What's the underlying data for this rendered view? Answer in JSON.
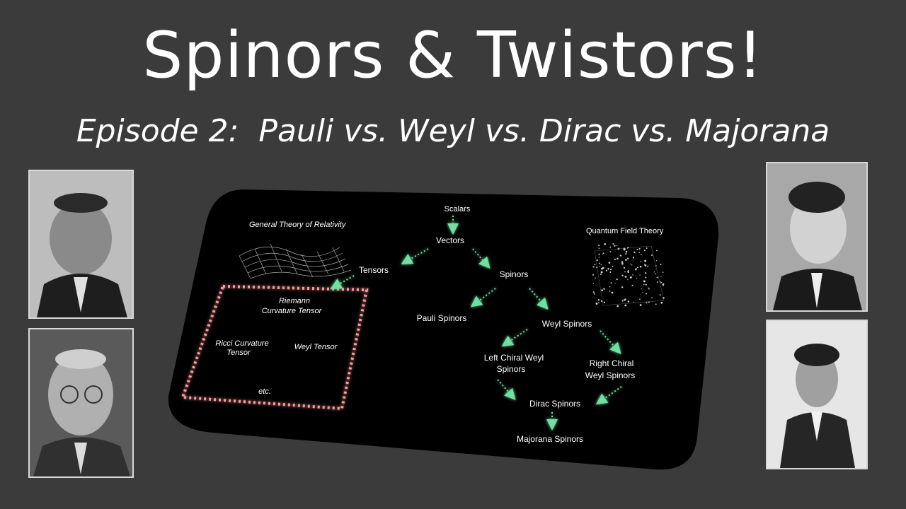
{
  "title": "Spinors & Twistors!",
  "subtitle": "Episode 2:  Pauli vs. Weyl vs. Dirac vs. Majorana",
  "colors": {
    "background": "#3b3b3b",
    "panel": "#000000",
    "arrow": "#6fe0a0",
    "box": "#ff9a9a"
  },
  "photos": [
    {
      "name": "portrait-top-left",
      "caption": ""
    },
    {
      "name": "portrait-bottom-left",
      "caption": ""
    },
    {
      "name": "portrait-top-right",
      "caption": ""
    },
    {
      "name": "portrait-bottom-right",
      "caption": ""
    }
  ],
  "diagram": {
    "gr_label": "General Theory of Relativity",
    "qft_label": "Quantum Field Theory",
    "scalars": "Scalars",
    "vectors": "Vectors",
    "tensors": "Tensors",
    "spinors": "Spinors",
    "pauli": "Pauli Spinors",
    "weyl": "Weyl Spinors",
    "left_chiral_1": "Left Chiral Weyl",
    "left_chiral_2": "Spinors",
    "right_chiral_1": "Right Chiral",
    "right_chiral_2": "Weyl Spinors",
    "dirac": "Dirac Spinors",
    "majorana": "Majorana Spinors",
    "riemann_1": "Riemann",
    "riemann_2": "Curvature Tensor",
    "ricci_1": "Ricci Curvature",
    "ricci_2": "Tensor",
    "weyl_tensor": "Weyl Tensor",
    "etc": "etc."
  }
}
